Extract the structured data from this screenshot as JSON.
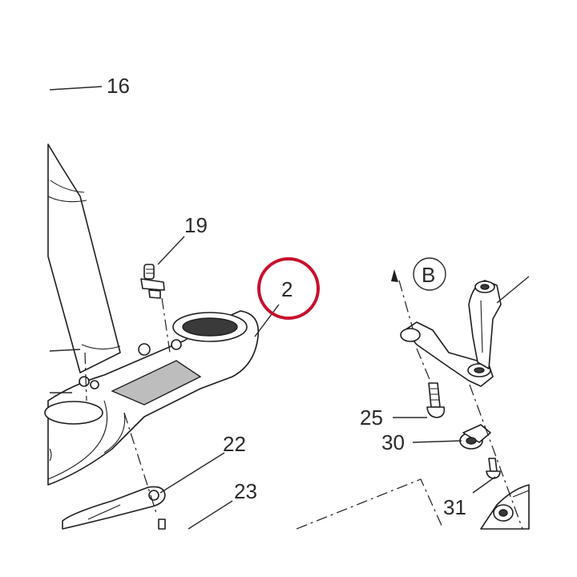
{
  "diagram": {
    "callouts": {
      "c16": "16",
      "c19": "19",
      "c2": "2",
      "cB": "B",
      "c25": "25",
      "c30": "30",
      "c22": "22",
      "c23": "23",
      "c31": "31"
    },
    "highlight_color": "#c8102e",
    "line_color": "#1e1e1e"
  }
}
